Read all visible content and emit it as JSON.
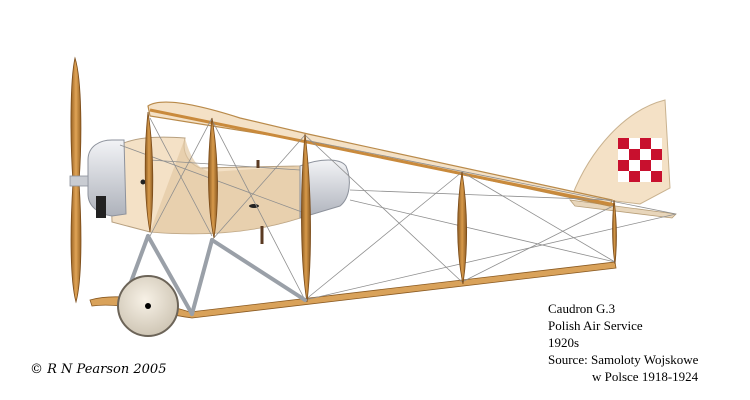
{
  "caption": {
    "line1": "Caudron G.3",
    "line2": "Polish Air Service",
    "line3": "1920s",
    "line4": "Source: Samoloty Wojskowe",
    "line5": "w Polsce 1918-1924"
  },
  "copyright": "© R N Pearson 2005",
  "colors": {
    "fabric": "#f4e1c6",
    "wood": "#c98a3c",
    "metal": "#cfd2d8",
    "insignia_red": "#c8102e",
    "insignia_white": "#ffffff"
  }
}
